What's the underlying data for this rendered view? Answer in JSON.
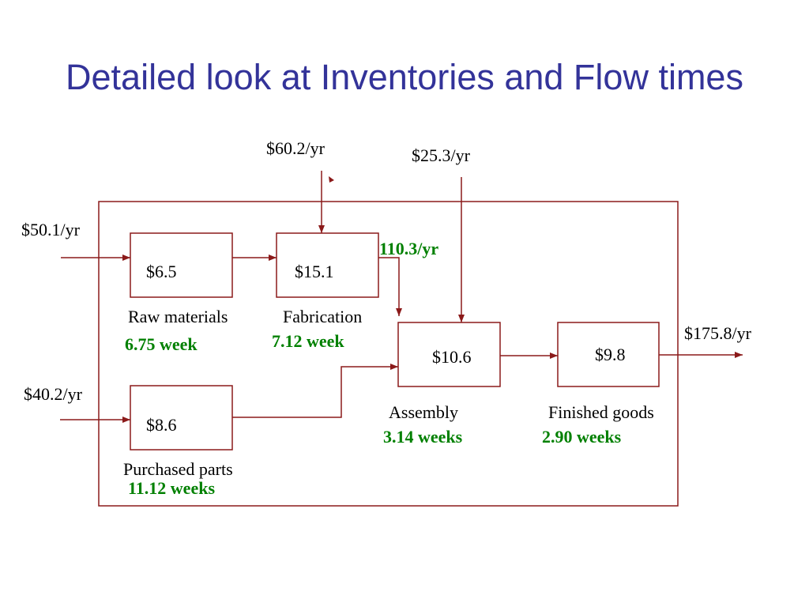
{
  "title": "Detailed look at Inventories and Flow times",
  "stages": {
    "raw_materials": {
      "label": "Raw materials",
      "inventory": "$6.5",
      "flow_time": "6.75 week"
    },
    "fabrication": {
      "label": "Fabrication",
      "inventory": "$15.1",
      "flow_time": "7.12 week"
    },
    "purchased_parts": {
      "label": "Purchased parts",
      "inventory": "$8.6",
      "flow_time": "11.12 weeks"
    },
    "assembly": {
      "label": "Assembly",
      "inventory": "$10.6",
      "flow_time": "3.14 weeks"
    },
    "finished_goods": {
      "label": "Finished goods",
      "inventory": "$9.8",
      "flow_time": "2.90 weeks"
    }
  },
  "flows": {
    "raw_materials_in": "$50.1/yr",
    "purchased_parts_in": "$40.2/yr",
    "fabrication_in": "$60.2/yr",
    "assembly_in": "$25.3/yr",
    "fabrication_to_assembly": "110.3/yr",
    "finished_goods_out": "$175.8/yr"
  },
  "colors": {
    "title": "#333399",
    "lines": "#8B1A1A",
    "flow_time": "#008000"
  }
}
